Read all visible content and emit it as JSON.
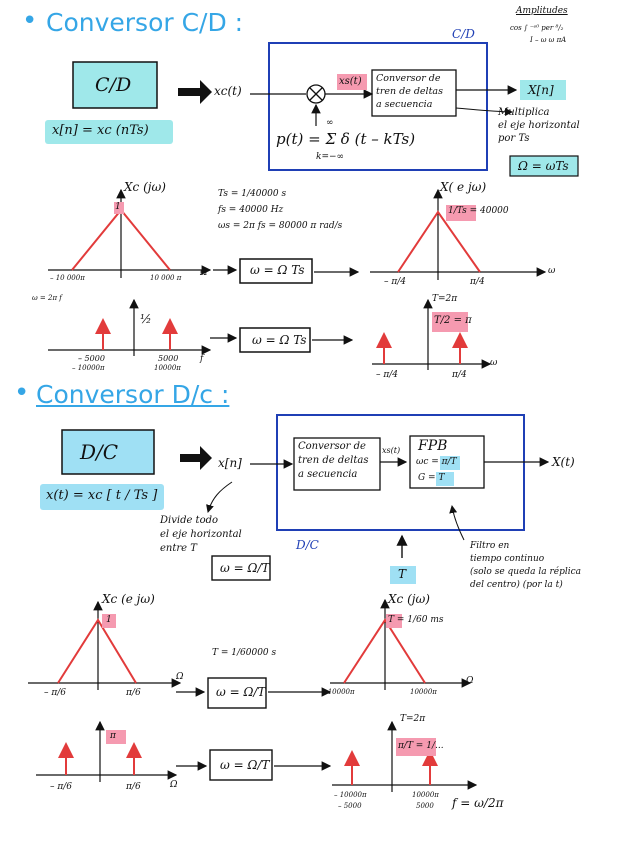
{
  "colors": {
    "blue_heading": "#35a6e6",
    "box_blue": "#1f3fb5",
    "triangle": "#e23b3b",
    "highlight_blue": "#9fe0f4",
    "highlight_pink": "#f59ab0",
    "teal_box": "#9fe8ea"
  },
  "cd": {
    "title": "Conversor C/D :",
    "corner_label": "C/D",
    "top_note_1": "Amplitudes",
    "top_note_2": "cos ∫ ⁻ᵉ⁰ per  ⁸/₂",
    "top_note_3": "I – ω ω  πA",
    "block": "C/D",
    "formula": "x[n] = xc (nTs)",
    "xc_t": "xc(t)",
    "xs_t": "xs(t)",
    "converter": [
      "Conversor de",
      "tren de deltas",
      "a secuencia"
    ],
    "xn": "X[n]",
    "p_t": "p(t) = Σ δ (t – kTs)",
    "sum_top": "∞",
    "sum_bot": "k=−∞",
    "note": [
      "Multiplica",
      "el eje horizontal",
      "por Ts"
    ],
    "omega_box": "Ω = ωTs",
    "plot1_label": "Xc (jω)",
    "plot1_peak": "1",
    "plot1_ticks": [
      "– 10 000π",
      "10 000 π"
    ],
    "plot1_axis": "Ω",
    "params": [
      "Ts = 1/40000 s",
      "fs = 40000 Hz",
      "ωs = 2π fs = 80000 π rad/s"
    ],
    "map_box": "ω = Ω Ts",
    "plot2_label": "X( e jω)",
    "plot2_peak": "1/Ts = 40000",
    "plot2_ticks": [
      "– π/4",
      "π/4"
    ],
    "plot2_axis": "ω",
    "omega_note": "ω = 2π f",
    "plot3_half": "½",
    "plot3_ticks": [
      "– 5000",
      "– 10000π",
      "5000",
      "10000π"
    ],
    "plot3_axis": "f",
    "map_box2": "ω = Ω Ts",
    "plot4_top": "T=2π",
    "plot4_peak": "T/2 = π",
    "plot4_ticks": [
      "– π/4",
      "π/4"
    ],
    "plot4_axis": "ω"
  },
  "dc": {
    "title": "Conversor D/c :",
    "block": "D/C",
    "formula": "x(t) = xc [ t / Ts ]",
    "xn": "x[n]",
    "xs": "xs(t)",
    "converter": [
      "Conversor de",
      "tren de deltas",
      "a secuencia"
    ],
    "fpb": "FPB",
    "wc": "ωc = π/T",
    "gain": "G = T",
    "out": "X(t)",
    "corner_label": "D/C",
    "t_box": "T",
    "note_left": [
      "Divide todo",
      "el eje horizontal",
      "entre T"
    ],
    "left_box": "ω = Ω/T",
    "note_right": [
      "Filtro en",
      "tiempo continuo",
      "(solo se queda la réplica",
      "del centro) (por la t)"
    ],
    "plot1_label": "Xc (e jω)",
    "plot1_peak": "1",
    "plot1_ticks": [
      "– π/6",
      "π/6"
    ],
    "plot1_axis": "Ω",
    "period": "T = 1/60000 s",
    "map_box": "ω = Ω/T",
    "plot2_label": "Xc (jω)",
    "plot2_peak": "T = 1/60 ms",
    "plot2_ticks": [
      "– 10000π",
      "10000π"
    ],
    "plot2_axis": "Ω",
    "plot3_peak": "π",
    "plot3_ticks": [
      "– π/6",
      "π/6"
    ],
    "plot3_axis": "Ω",
    "map_box2": "ω = Ω/T",
    "plot4_top": "T=2π",
    "plot4_peak": "π/T = 1/...",
    "plot4_ticks": [
      "– 10000π",
      "– 5000",
      "10000π",
      "5000"
    ],
    "freq": "f = ω/2π"
  }
}
